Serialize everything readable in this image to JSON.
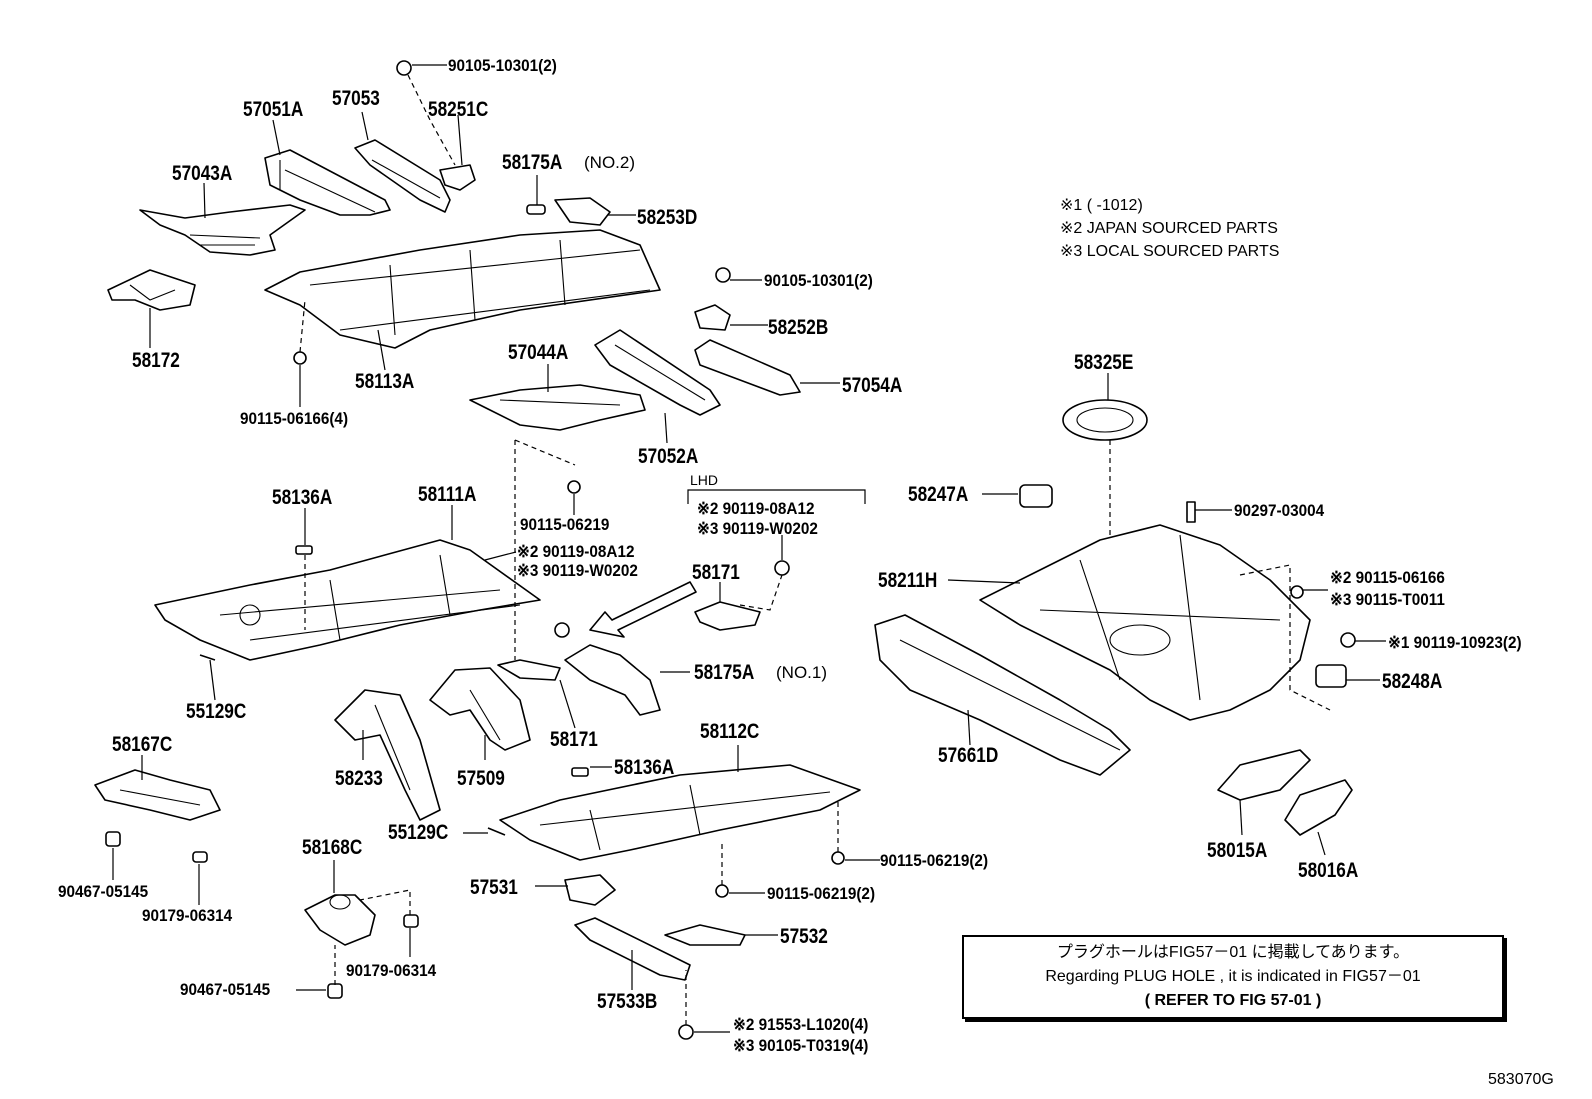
{
  "labels": {
    "l_90105_top": "90105-10301(2)",
    "l_57051A": "57051A",
    "l_57053": "57053",
    "l_58251C": "58251C",
    "l_57043A": "57043A",
    "l_58175A_no2": "58175A",
    "l_no2": "(NO.2)",
    "l_58253D": "58253D",
    "l_90105_mid": "90105-10301(2)",
    "l_58172": "58172",
    "l_58113A": "58113A",
    "l_90115_06166": "90115-06166(4)",
    "l_58252B": "58252B",
    "l_57044A": "57044A",
    "l_57054A": "57054A",
    "l_57052A": "57052A",
    "l_58325E": "58325E",
    "l_58136A_top": "58136A",
    "l_58111A": "58111A",
    "l_90115_06219_a": "90115-06219",
    "l_lhd": "LHD",
    "l_lhd_1": "※2 90119-08A12",
    "l_lhd_2": "※3 90119-W0202",
    "l_58247A": "58247A",
    "l_90297": "90297-03004",
    "l_mid_1": "※2 90119-08A12",
    "l_mid_2": "※3 90119-W0202",
    "l_58171_a": "58171",
    "l_58211H": "58211H",
    "l_r_90115_1": "※2 90115-06166",
    "l_r_90115_2": "※3 90115-T0011",
    "l_90119_10923": "※1 90119-10923(2)",
    "l_55129C_a": "55129C",
    "l_58175A_no1": "58175A",
    "l_no1": "(NO.1)",
    "l_58248A": "58248A",
    "l_58167C": "58167C",
    "l_58171_b": "58171",
    "l_58112C": "58112C",
    "l_57661D": "57661D",
    "l_58233": "58233",
    "l_57509": "57509",
    "l_58136A_bot": "58136A",
    "l_55129C_b": "55129C",
    "l_58168C": "58168C",
    "l_90115_06219_b": "90115-06219(2)",
    "l_90467_a": "90467-05145",
    "l_90179_a": "90179-06314",
    "l_57531": "57531",
    "l_90115_06219_c": "90115-06219(2)",
    "l_58015A": "58015A",
    "l_58016A": "58016A",
    "l_57532": "57532",
    "l_90179_b": "90179-06314",
    "l_90467_b": "90467-05145",
    "l_57533B": "57533B",
    "l_bot_1": "※2 91553-L1020(4)",
    "l_bot_2": "※3 90105-T0319(4)"
  },
  "legend": {
    "line1": "※1 (      -1012)",
    "line2": "※2 JAPAN SOURCED PARTS",
    "line3": "※3 LOCAL SOURCED PARTS"
  },
  "notice": {
    "line1": "プラグホールはFIG57－01 に掲載してあります。",
    "line2": "Regarding  PLUG HOLE , it is indicated in FIG57－01",
    "line3": "( REFER  TO  FIG  57-01   )"
  },
  "figure_id": "583070G"
}
